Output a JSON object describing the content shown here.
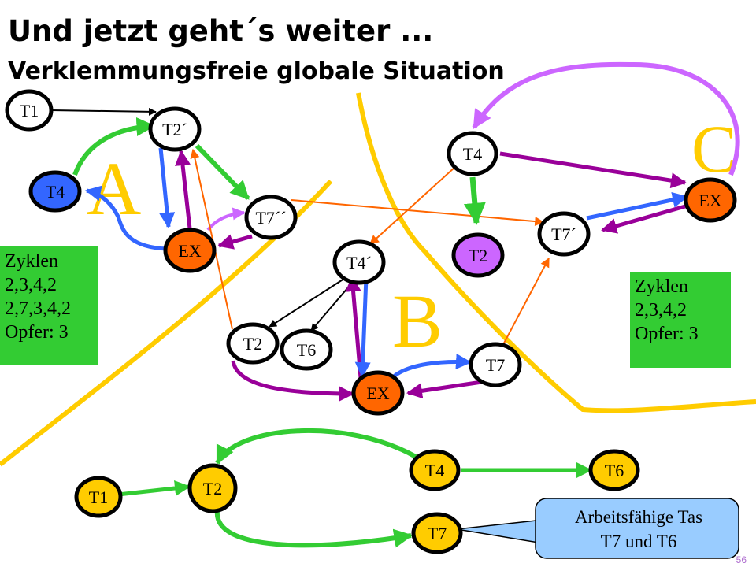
{
  "title": "Und jetzt geht´s weiter ...",
  "subtitle": "Verklemmungsfreie globale Situation",
  "regions": {
    "a": "A",
    "b": "B",
    "c": "C"
  },
  "colors": {
    "yellow": "#ffcc00",
    "green": "#33cc33",
    "blue": "#3366ff",
    "purple": "#990099",
    "orange": "#ff6600",
    "violet": "#cc66ff",
    "black": "#000000",
    "callout": "#99ccff"
  },
  "nodes": {
    "t1_top": "T1",
    "t2p": "T2´",
    "t4_blue": "T4",
    "ex_a": "EX",
    "t7pp": "T7´´",
    "t4_top": "T4",
    "t2_violet": "T2",
    "ex_c": "EX",
    "t7p": "T7´",
    "t4p": "T4´",
    "t2_mid": "T2",
    "t6_mid": "T6",
    "ex_b": "EX",
    "t7_mid": "T7",
    "t1_bot": "T1",
    "t2_bot": "T2",
    "t4_bot": "T4",
    "t6_bot": "T6",
    "t7_bot": "T7"
  },
  "zyklen_left": [
    "Zyklen",
    "2,3,4,2",
    "2,7,3,4,2",
    "Opfer: 3"
  ],
  "zyklen_right": [
    "Zyklen",
    "2,3,4,2",
    "Opfer: 3"
  ],
  "callout": [
    "Arbeitsfähige Tas",
    "T7 und T6"
  ],
  "page_number": "56"
}
